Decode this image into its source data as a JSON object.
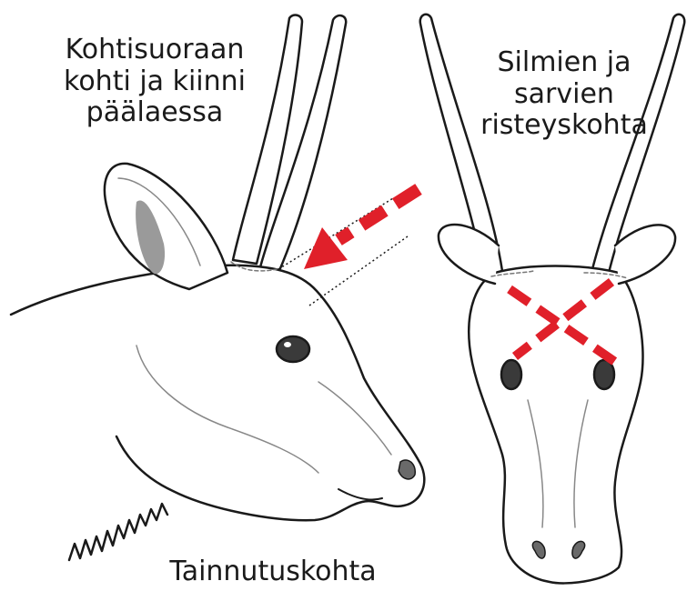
{
  "labels": {
    "side_view": [
      "Kohtisuoraan",
      "kohti ja kiinni",
      "päälaessa"
    ],
    "front_view": [
      "Silmien ja",
      "sarvien",
      "risteyskohta"
    ],
    "bottom": "Tainnutuskohta"
  },
  "colors": {
    "outline": "#1a1a1a",
    "marker": "#e0202a",
    "shading": "#9a9a9a",
    "eye": "#3a3a3a"
  },
  "icons": [
    "reindeer-side-head-illustration",
    "reindeer-front-head-illustration",
    "arrow-icon",
    "cross-marker-icon"
  ]
}
